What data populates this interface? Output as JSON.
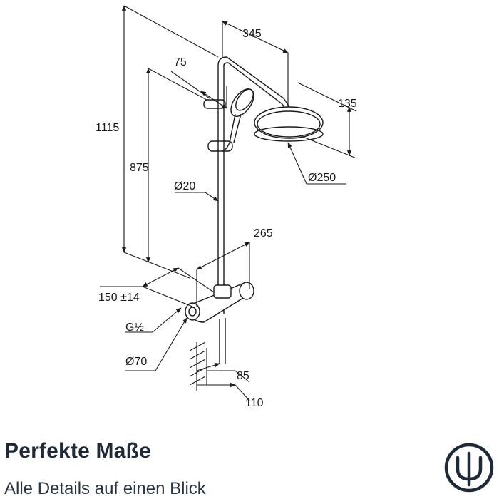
{
  "diagram": {
    "dimensions": {
      "d345": "345",
      "d75": "75",
      "d135": "135",
      "d1115": "1115",
      "d875": "875",
      "d20": "Ø20",
      "d250": "Ø250",
      "d265": "265",
      "d150": "150 ±14",
      "dg": "G½",
      "d70": "Ø70",
      "d85": "85",
      "d110": "110"
    }
  },
  "footer": {
    "title": "Perfekte Maße",
    "subtitle": "Alle Details auf einen Blick"
  },
  "colors": {
    "line": "#1a1a1a",
    "title": "#1f2a36",
    "logo": "#1f2a36"
  },
  "icons": {
    "logo": "brand-logo-icon"
  }
}
